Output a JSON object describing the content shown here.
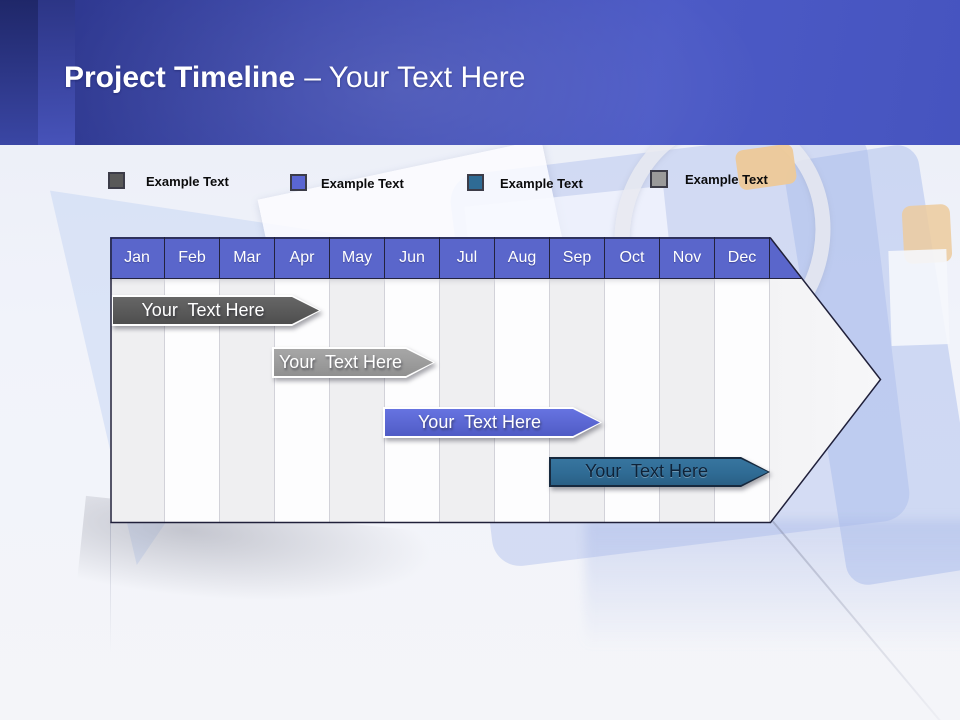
{
  "slide": {
    "title_bold": "Project Timeline",
    "title_rest": "– Your Text Here",
    "header_color": "#3e4aae",
    "month_header_color": "#5a66cb",
    "arrow_fill_color": "#f2f2f4",
    "arrow_outline_color": "#20203a"
  },
  "legend": {
    "items": [
      {
        "label": "Example Text",
        "swatch_color": "#595959"
      },
      {
        "label": "Example Text",
        "swatch_color": "#5a66d2"
      },
      {
        "label": "Example Text",
        "swatch_color": "#2f6b94"
      },
      {
        "label": "Example Text",
        "swatch_color": "#9a9a9a"
      }
    ]
  },
  "timeline": {
    "months": [
      "Jan",
      "Feb",
      "Mar",
      "Apr",
      "May",
      "Jun",
      "Jul",
      "Aug",
      "Sep",
      "Oct",
      "Nov",
      "Dec"
    ],
    "bars": [
      {
        "label": "Your  Text Here",
        "color": "#595959",
        "text_color": "#ffffff",
        "start_month": "Jan",
        "end_month": "Mar"
      },
      {
        "label": "Your  Text Here",
        "color": "#9b9b9b",
        "text_color": "#ffffff",
        "start_month": "Apr",
        "end_month": "Jun"
      },
      {
        "label": "Your  Text Here",
        "color": "#5a66d2",
        "text_color": "#ffffff",
        "start_month": "Jun",
        "end_month": "Sep"
      },
      {
        "label": "Your  Text Here",
        "color": "#2f6b94",
        "text_color": "#122a40",
        "start_month": "Sep",
        "end_month": "Dec"
      }
    ]
  }
}
